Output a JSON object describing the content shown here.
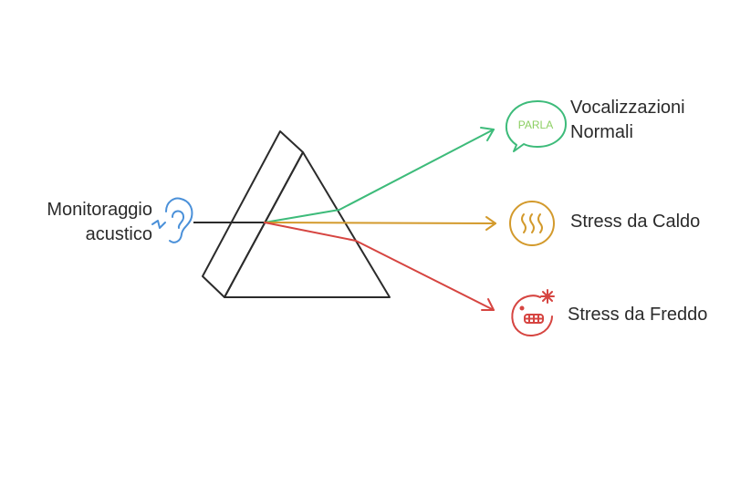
{
  "input": {
    "label_line1": "Monitoraggio",
    "label_line2": "acustico",
    "icon": "ear-icon",
    "color": "#4a90d9"
  },
  "outputs": [
    {
      "label_line1": "Vocalizzazioni",
      "label_line2": "Normali",
      "icon": "speech-bubble-icon",
      "icon_text": "PARLA",
      "color": "#3dbb7a"
    },
    {
      "label_line1": "Stress da Caldo",
      "icon": "heat-waves-icon",
      "color": "#d39a2c"
    },
    {
      "label_line1": "Stress da Freddo",
      "icon": "cold-face-icon",
      "color": "#d64541"
    }
  ],
  "colors": {
    "prism_stroke": "#2b2b2b",
    "text": "#2b2b2b"
  }
}
